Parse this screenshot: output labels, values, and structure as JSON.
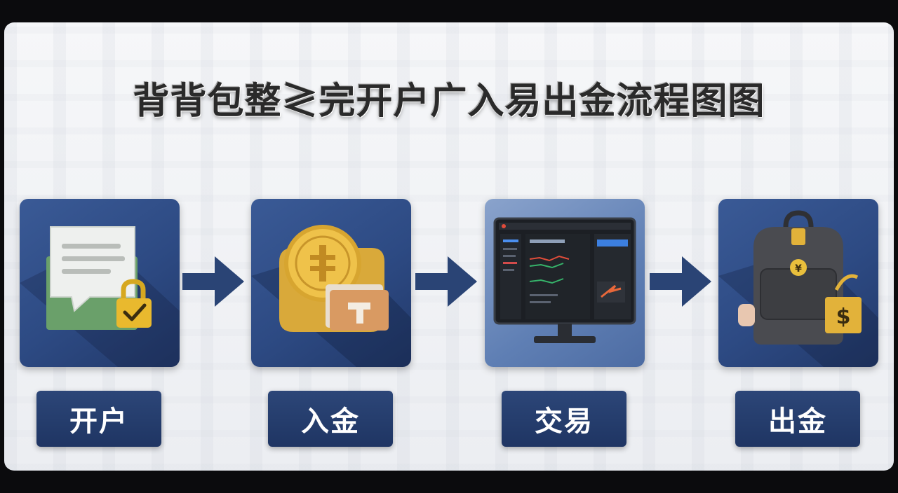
{
  "title": "背背包整≷完开户广入易出金流程图图",
  "steps": [
    {
      "label": "开户",
      "icon": "account-form-lock-icon"
    },
    {
      "label": "入金",
      "icon": "coin-wallet-icon"
    },
    {
      "label": "交易",
      "icon": "trading-monitor-icon"
    },
    {
      "label": "出金",
      "icon": "backpack-money-icon"
    }
  ],
  "colors": {
    "card": "#2d4a83",
    "label": "#233a6b",
    "arrow": "#2a4475",
    "background": "#eceef2"
  }
}
